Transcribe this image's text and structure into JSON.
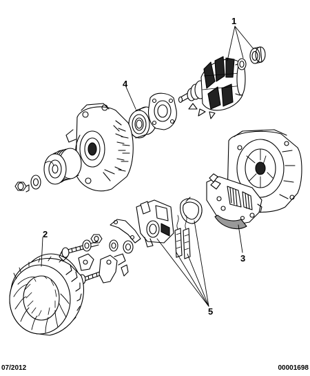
{
  "callouts": [
    {
      "id": "1",
      "label": "1"
    },
    {
      "id": "2",
      "label": "2"
    },
    {
      "id": "3",
      "label": "3"
    },
    {
      "id": "4",
      "label": "4"
    },
    {
      "id": "5",
      "label": "5"
    }
  ],
  "footer": {
    "date": "07/2012",
    "reference": "00001698"
  },
  "colors": {
    "line": "#000000",
    "background": "#ffffff"
  }
}
